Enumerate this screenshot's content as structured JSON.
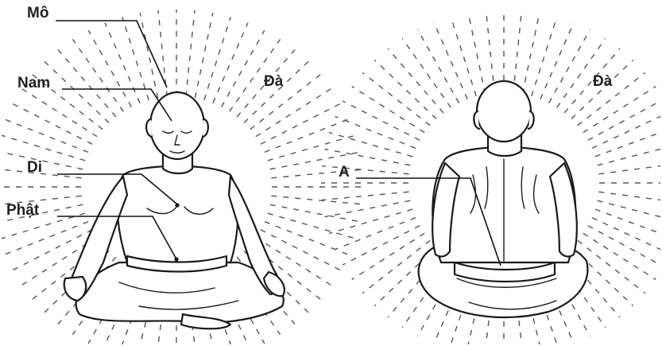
{
  "labels": {
    "mo": "Mô",
    "nam": "Nam",
    "da_front": "Đà",
    "di": "Di",
    "phat": "Phật",
    "a": "A",
    "da_back": "Đà"
  },
  "figures": {
    "front": {
      "view": "front",
      "pose": "seated meditation, eyes closed"
    },
    "back": {
      "view": "back",
      "pose": "seated meditation"
    }
  },
  "colors": {
    "ink": "#1a1a1a",
    "rays": "#555555",
    "background": "#ffffff"
  }
}
